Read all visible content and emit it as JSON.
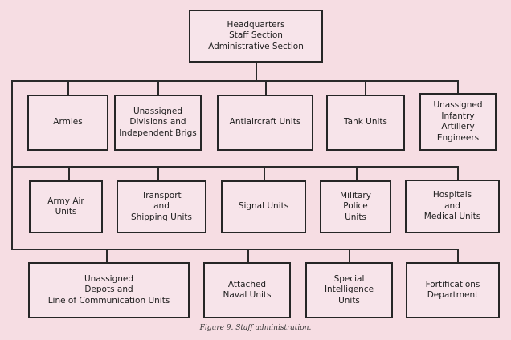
{
  "headquarters": {
    "label": "Headquarters\nStaff Section\nAdministrative Section"
  },
  "rows": [
    {
      "units": [
        {
          "name": "armies",
          "label": "Armies"
        },
        {
          "name": "unassigned-divisions",
          "label": "Unassigned\nDivisions and\nIndependent Brigs"
        },
        {
          "name": "antiaircraft-units",
          "label": "Antiaircraft Units"
        },
        {
          "name": "tank-units",
          "label": "Tank Units"
        },
        {
          "name": "unassigned-infantry-artillery-engineers",
          "label": "Unassigned\nInfantry\nArtillery\nEngineers"
        }
      ]
    },
    {
      "units": [
        {
          "name": "army-air-units",
          "label": "Army Air\nUnits"
        },
        {
          "name": "transport-shipping-units",
          "label": "Transport\nand\nShipping Units"
        },
        {
          "name": "signal-units",
          "label": "Signal Units"
        },
        {
          "name": "military-police-units",
          "label": "Military\nPolice\nUnits"
        },
        {
          "name": "hospitals-medical-units",
          "label": "Hospitals\nand\nMedical Units"
        }
      ]
    },
    {
      "units": [
        {
          "name": "unassigned-depots-loc-units",
          "label": "Unassigned\nDepots and\nLine of Communication Units"
        },
        {
          "name": "attached-naval-units",
          "label": "Attached\nNaval Units"
        },
        {
          "name": "special-intelligence-units",
          "label": "Special\nIntelligence\nUnits"
        },
        {
          "name": "fortifications-department",
          "label": "Fortifications\nDepartment"
        }
      ]
    }
  ],
  "caption": "Figure 9. Staff administration.",
  "colors": {
    "line": "#2a2a2a",
    "background": "#f6dde3",
    "box_fill": "#f7e4ea"
  }
}
